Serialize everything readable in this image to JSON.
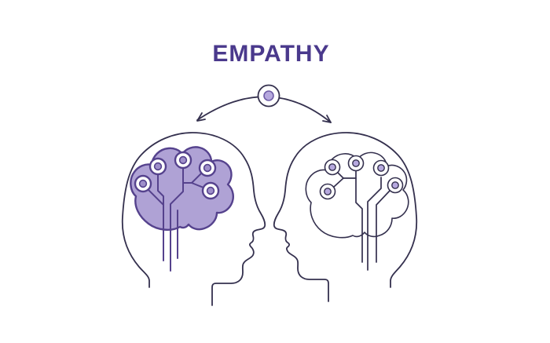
{
  "title": {
    "text": "EMPATHY"
  },
  "diagram": {
    "colors": {
      "background": "#ffffff",
      "title": "#4a398c",
      "outline": "#34304e",
      "brain_fill": "#afa2d5",
      "brain_stroke": "#55428d",
      "node_dot": "#9f8fca",
      "node_dot_light": "#b6a8de",
      "hub_dot_stroke": "#6e5ca6"
    },
    "connector": {
      "type": "double-headed-curved-arrow",
      "hub": "circle-with-dot"
    },
    "left_head": {
      "brain_style": "filled",
      "node_count": 5,
      "facing": "right"
    },
    "right_head": {
      "brain_style": "outline",
      "node_count": 5,
      "facing": "left"
    }
  }
}
